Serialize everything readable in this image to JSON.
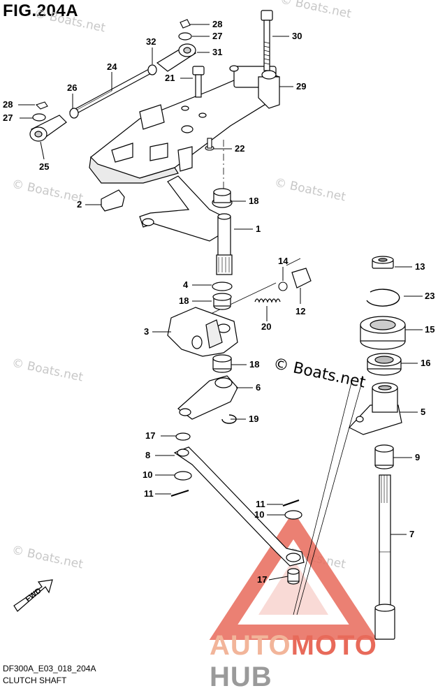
{
  "figure": {
    "title": "FIG.204A",
    "code": "DF300A_E03_018_204A",
    "name": "CLUTCH SHAFT"
  },
  "watermark": "© Boats.net",
  "copyright_center": "© Boats.net",
  "brand": {
    "part1": "AUTO",
    "part2": "MOTO",
    "part3": "HUB",
    "color_auto": "#f2b59a",
    "color_moto": "#e86a5a",
    "color_hub": "#9a9a9a"
  },
  "fwd_label": "FWD",
  "callouts": [
    "28",
    "27",
    "32",
    "31",
    "30",
    "24",
    "21",
    "29",
    "26",
    "28",
    "27",
    "25",
    "22",
    "2",
    "18",
    "1",
    "13",
    "14",
    "23",
    "4",
    "12",
    "18",
    "20",
    "15",
    "3",
    "18",
    "16",
    "6",
    "5",
    "19",
    "17",
    "9",
    "8",
    "10",
    "11",
    "7",
    "11",
    "10",
    "17"
  ]
}
